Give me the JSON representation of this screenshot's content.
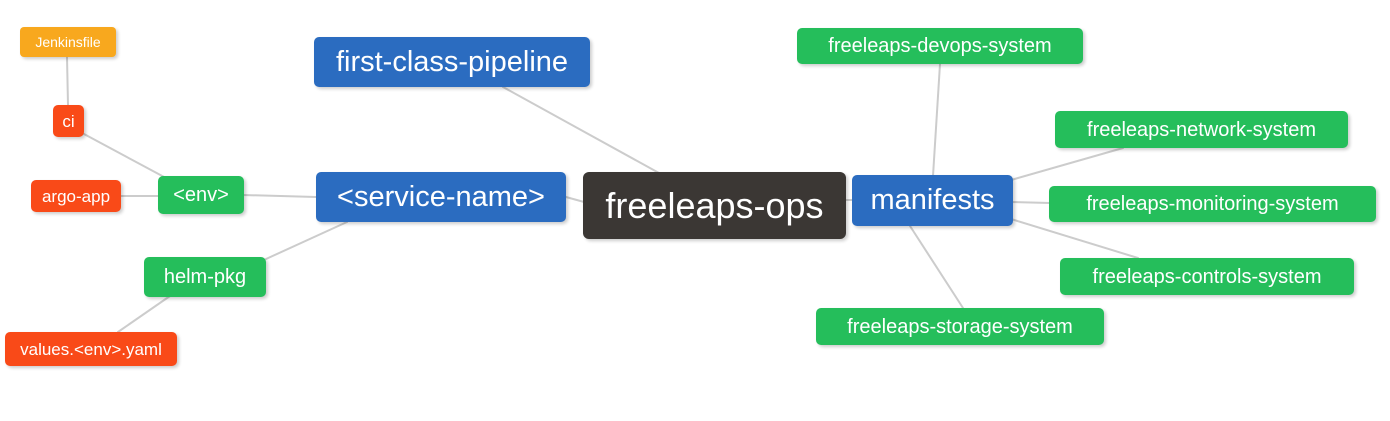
{
  "palette": {
    "blue": "#2B6CC0",
    "green": "#25BE5B",
    "red": "#F94A18",
    "amber": "#F8A81E",
    "dark": "#3B3734",
    "edge": "#CCCCCC",
    "text": "#FFFFFF",
    "background": "#FFFFFF"
  },
  "nodes": [
    {
      "id": "freeleaps-ops",
      "label": "freeleaps-ops",
      "color": "dark",
      "level": 0
    },
    {
      "id": "first-class-pipeline",
      "label": "first-class-pipeline",
      "color": "blue",
      "level": 1
    },
    {
      "id": "service-name",
      "label": "<service-name>",
      "color": "blue",
      "level": 1
    },
    {
      "id": "manifests",
      "label": "manifests",
      "color": "blue",
      "level": 1
    },
    {
      "id": "env",
      "label": "<env>",
      "color": "green",
      "level": 2
    },
    {
      "id": "helm-pkg",
      "label": "helm-pkg",
      "color": "green",
      "level": 2
    },
    {
      "id": "ci",
      "label": "ci",
      "color": "red",
      "level": 3
    },
    {
      "id": "argo-app",
      "label": "argo-app",
      "color": "red",
      "level": 3
    },
    {
      "id": "jenkinsfile",
      "label": "Jenkinsfile",
      "color": "amber",
      "level": 4
    },
    {
      "id": "values-env-yaml",
      "label": "values.<env>.yaml",
      "color": "red",
      "level": 3
    },
    {
      "id": "freeleaps-devops-system",
      "label": "freeleaps-devops-system",
      "color": "green",
      "level": 2
    },
    {
      "id": "freeleaps-network-system",
      "label": "freeleaps-network-system",
      "color": "green",
      "level": 2
    },
    {
      "id": "freeleaps-monitoring-system",
      "label": "freeleaps-monitoring-system",
      "color": "green",
      "level": 2
    },
    {
      "id": "freeleaps-controls-system",
      "label": "freeleaps-controls-system",
      "color": "green",
      "level": 2
    },
    {
      "id": "freeleaps-storage-system",
      "label": "freeleaps-storage-system",
      "color": "green",
      "level": 2
    }
  ],
  "edges": [
    {
      "from": "jenkinsfile",
      "to": "ci"
    },
    {
      "from": "ci",
      "to": "env"
    },
    {
      "from": "argo-app",
      "to": "env"
    },
    {
      "from": "env",
      "to": "service-name"
    },
    {
      "from": "helm-pkg",
      "to": "service-name"
    },
    {
      "from": "values-env-yaml",
      "to": "helm-pkg"
    },
    {
      "from": "first-class-pipeline",
      "to": "freeleaps-ops"
    },
    {
      "from": "service-name",
      "to": "freeleaps-ops"
    },
    {
      "from": "freeleaps-ops",
      "to": "manifests"
    },
    {
      "from": "manifests",
      "to": "freeleaps-devops-system"
    },
    {
      "from": "manifests",
      "to": "freeleaps-network-system"
    },
    {
      "from": "manifests",
      "to": "freeleaps-monitoring-system"
    },
    {
      "from": "manifests",
      "to": "freeleaps-controls-system"
    },
    {
      "from": "manifests",
      "to": "freeleaps-storage-system"
    }
  ]
}
